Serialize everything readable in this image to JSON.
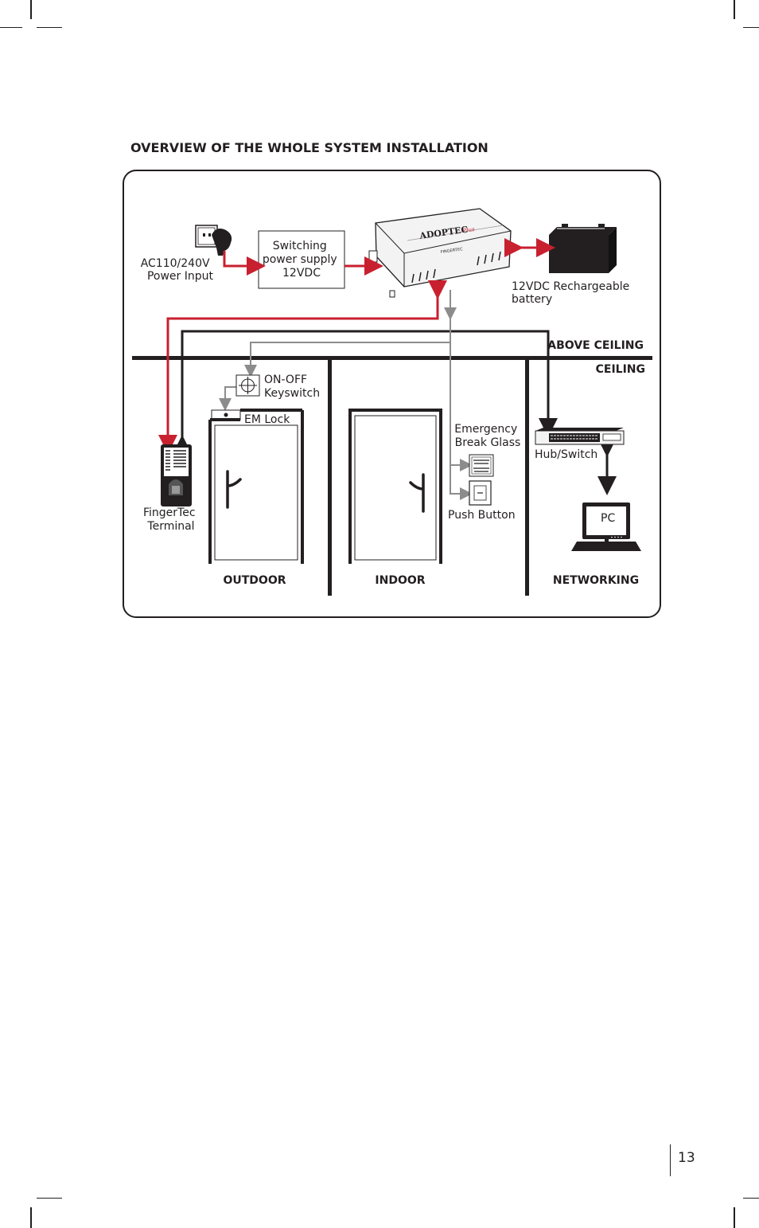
{
  "page": {
    "title": "OVERVIEW OF THE WHOLE SYSTEM INSTALLATION",
    "page_number": "13"
  },
  "labels": {
    "power_input": [
      "AC110/240V",
      "Power Input"
    ],
    "power_supply": [
      "Switching",
      "power supply",
      "12VDC"
    ],
    "battery": [
      "12VDC Rechargeable",
      "battery"
    ],
    "above_ceiling": "ABOVE CEILING",
    "ceiling": "CEILING",
    "keyswitch": [
      "ON-OFF",
      "Keyswitch"
    ],
    "em_lock": "EM Lock",
    "break_glass": [
      "Emergency",
      "Break Glass"
    ],
    "hub": "Hub/Switch",
    "terminal": [
      "FingerTec",
      "Terminal"
    ],
    "push_button": "Push Button",
    "pc": "PC",
    "zones": {
      "outdoor": "OUTDOOR",
      "indoor": "INDOOR",
      "networking": "NETWORKING"
    }
  },
  "controller": {
    "brand": "ADOPTEC",
    "brand_suffix": "Plus",
    "maker": "FINGERTEC"
  },
  "colors": {
    "power_wire": "#c8202f",
    "signal_wire": "#8c8c8c",
    "data_wire": "#231f20",
    "border": "#231f20"
  }
}
